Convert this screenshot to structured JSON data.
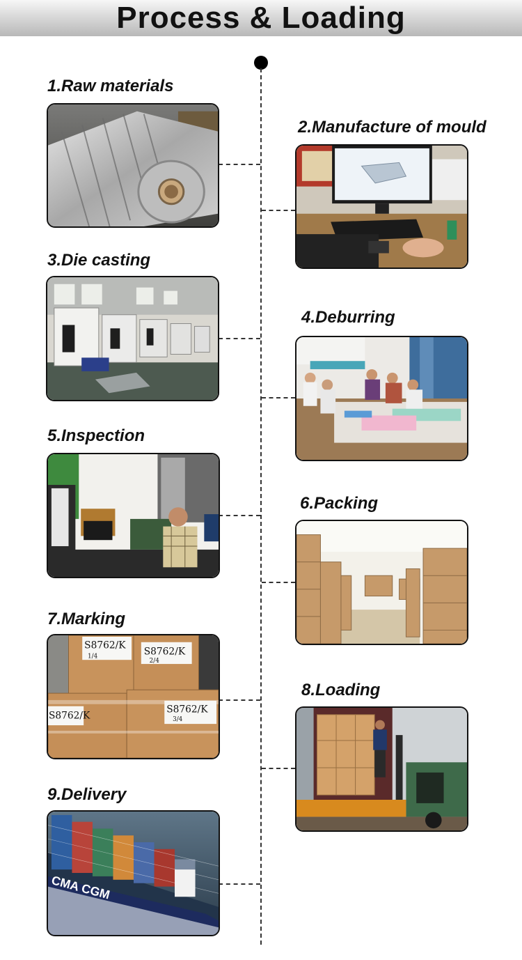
{
  "header": {
    "title": "Process & Loading"
  },
  "steps": [
    {
      "label": "1.Raw materials"
    },
    {
      "label": "2.Manufacture of mould"
    },
    {
      "label": "3.Die casting"
    },
    {
      "label": "4.Deburring"
    },
    {
      "label": "5.Inspection"
    },
    {
      "label": "6.Packing"
    },
    {
      "label": "7.Marking"
    },
    {
      "label": "8.Loading"
    },
    {
      "label": "9.Delivery"
    }
  ],
  "marking_labels": [
    "S8762/K",
    "1/4",
    "S8762/K",
    "2/4",
    "S8762/K",
    "S8762/K",
    "3/4"
  ],
  "ship_label": "CMA CGM"
}
